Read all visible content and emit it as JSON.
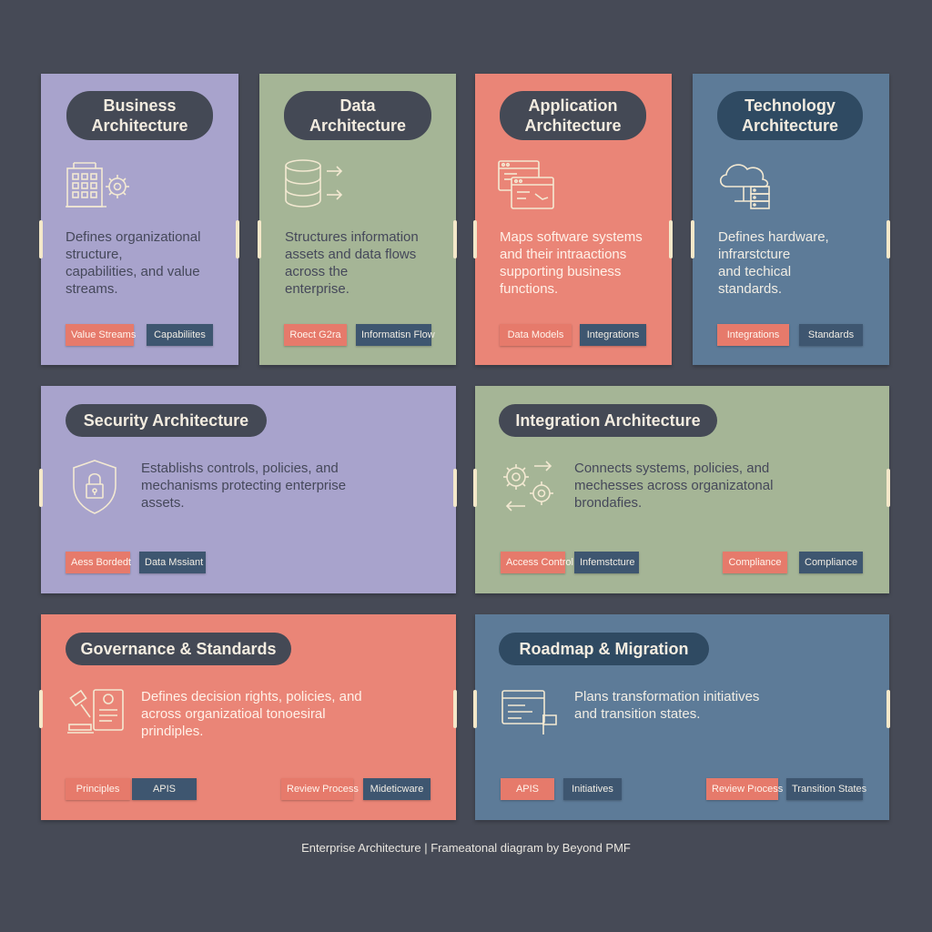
{
  "colors": {
    "background": "#464a56",
    "purple": "#a8a3cc",
    "green": "#a5b596",
    "coral": "#ea8577",
    "blue": "#5d7b98",
    "pill": "#444955",
    "tag_coral": "#e67a6b",
    "tag_navy": "#3e5670"
  },
  "cards": {
    "business": {
      "title": "Business\nArchitecture",
      "description": "Defines organizational\nstructure,\ncapabilities, and value\nstreams.",
      "icon": "building-gear-icon",
      "tags": [
        "Value Streams",
        "Capabiliites"
      ]
    },
    "data": {
      "title": "Data\nArchitecture",
      "description": "Structures information\nassets and data flows\nacross the\nenterprise.",
      "icon": "database-arrows-icon",
      "tags": [
        "Roect G2ra",
        "Informatisn Flow"
      ]
    },
    "application": {
      "title": "Application\nArchitecture",
      "description": "Maps software systems\nand their intraactions\nsupporting business\nfunctions.",
      "icon": "app-windows-icon",
      "tags": [
        "Data Models",
        "Integrations"
      ]
    },
    "technology": {
      "title": "Technology\nArchitecture",
      "description": "Defines hardware,\ninfrarstcture\nand techical\nstandards.",
      "icon": "cloud-server-icon",
      "tags": [
        "Integrations",
        "Standards"
      ]
    },
    "security": {
      "title": "Security Architecture",
      "description": "Establishs controls, policies, and\nmechanisms protecting enterprise\nassets.",
      "icon": "shield-lock-icon",
      "tags": [
        "Aess Bordedt",
        "Data Mssiant"
      ]
    },
    "integration": {
      "title": "Integration Architecture",
      "description": "Connects systems, policies, and\nmechesses across organizatonal\nbrondafies.",
      "icon": "gears-arrows-icon",
      "tags": [
        "Access Control",
        "Infemstcture",
        "Compliance",
        "Compliance"
      ]
    },
    "governance": {
      "title": "Governance & Standards",
      "description": "Defines decision rights, policies, and\nacross organizatioal tonoesiral\nprindiples.",
      "icon": "gavel-document-icon",
      "tags": [
        "Principles",
        "APIS",
        "Review Process",
        "Mideticware"
      ]
    },
    "roadmap": {
      "title": "Roadmap & Migration",
      "description": "Plans transformation initiatives\nand transition states.",
      "icon": "screen-flag-icon",
      "tags": [
        "APIS",
        "Initiatives",
        "Review Pıocess",
        "Transition States"
      ]
    }
  },
  "footer": "Enterprise Architecture | Frameatonal diagram by Beyond PMF"
}
